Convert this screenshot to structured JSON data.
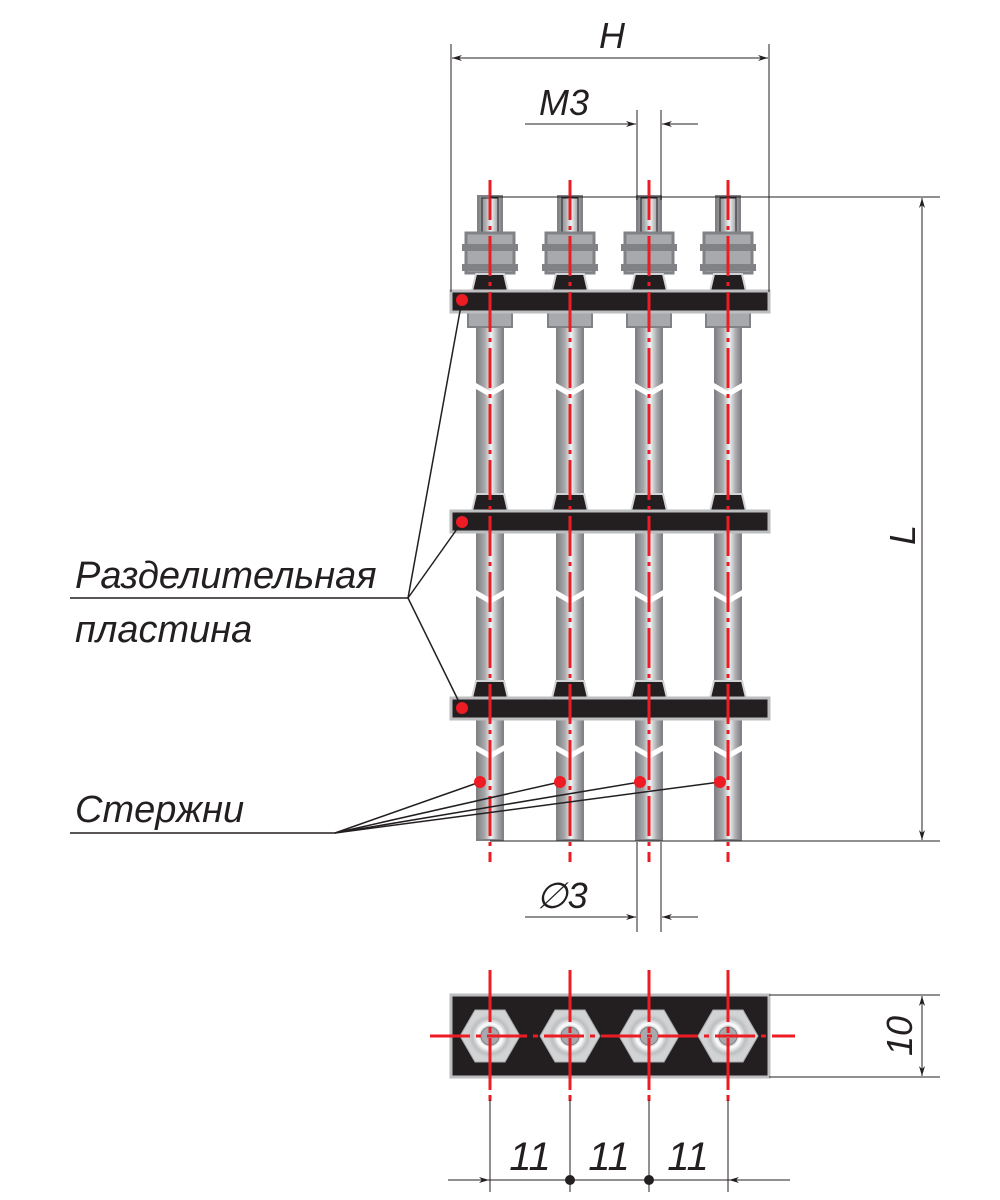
{
  "dimensions": {
    "width_label": "H",
    "thread_label": "M3",
    "length_label": "L",
    "diameter_label": "∅3",
    "height_label": "10",
    "pitch_labels": [
      "11",
      "11",
      "11"
    ]
  },
  "callouts": {
    "plate_line1": "Разделительная",
    "plate_line2": "пластина",
    "rods": "Стержни"
  },
  "colors": {
    "axis": "#ed1c24",
    "plate": "#231f20",
    "metal": "#808285",
    "metal_light": "#d1d3d4"
  },
  "rod_count": 4
}
